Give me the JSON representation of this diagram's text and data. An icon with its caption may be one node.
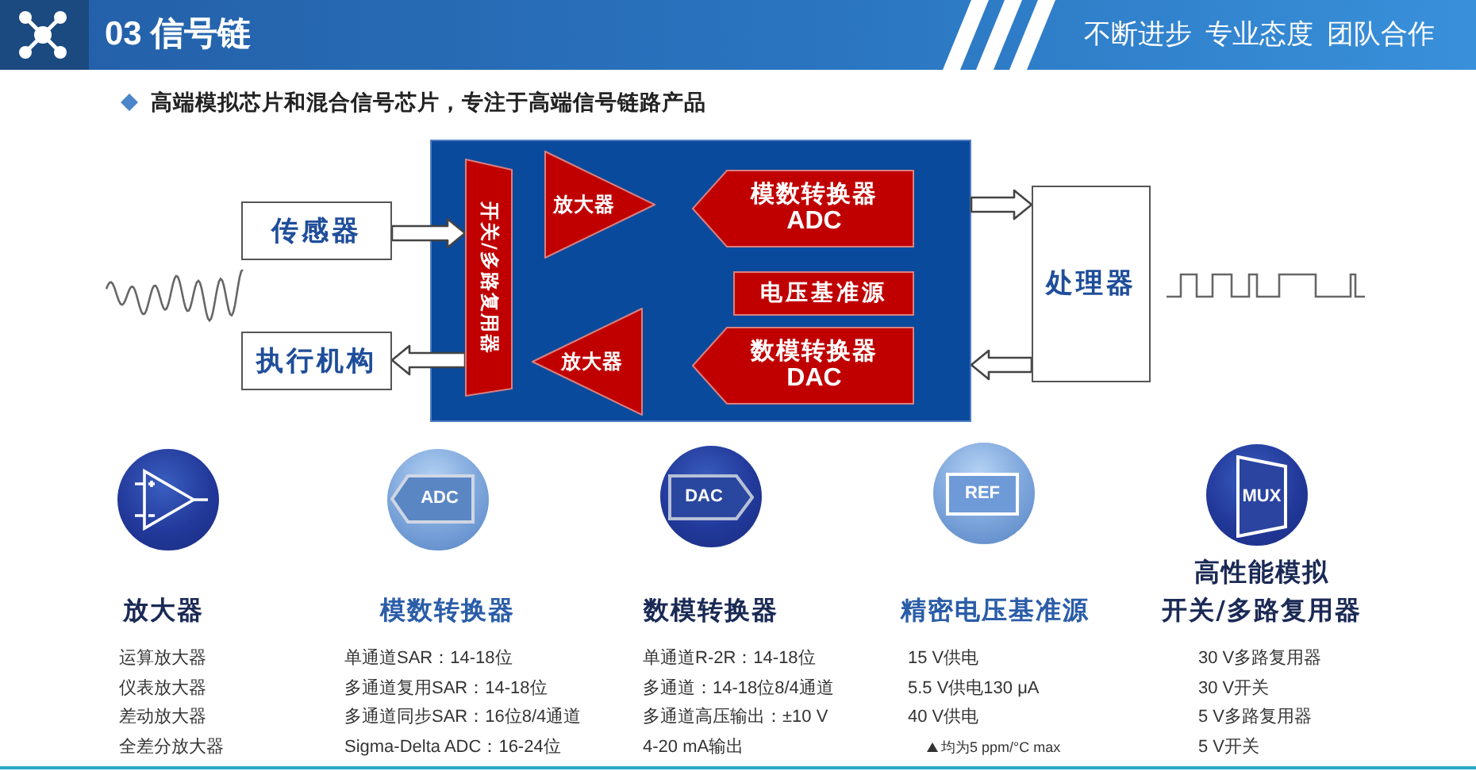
{
  "diagram": {
    "title": "03 信号链",
    "nodes": [
      {
        "text": [
          "传感器"
        ]
      },
      {
        "text": [
          "执行机构"
        ]
      },
      {
        "text": [],
        "shape": "box"
      },
      {
        "text": [
          "开关/多路复用器"
        ],
        "in": 2
      },
      {
        "text": [
          "放大器"
        ],
        "in": 2
      },
      {
        "text": [
          "放大器"
        ],
        "in": 2
      },
      {
        "text": [
          "模数转换器",
          "ADC"
        ],
        "in": 2
      },
      {
        "text": [
          "电压基准源"
        ],
        "in": 2
      },
      {
        "text": [
          "数模转换器",
          "DAC"
        ],
        "in": 2
      },
      {
        "text": [
          "处理器"
        ]
      },
      {
        "text": [],
        "shape": "circle",
        "beside": [
          "放大器",
          "运算放大器",
          "仪表放大器",
          "差动放大器",
          "全差分放大器"
        ]
      },
      {
        "text": [
          "ADC"
        ],
        "beside": [
          "模数转换器",
          "单通道SAR：14-18位",
          "多通道复用SAR：14-18位",
          "多通道同步SAR：16位8/4通道",
          "Sigma-Delta ADC：16-24位"
        ]
      },
      {
        "text": [
          "DAC"
        ],
        "beside": [
          "数模转换器",
          "单通道R-2R：14-18位",
          "多通道：14-18位8/4通道",
          "多通道高压输出：±10 V",
          "4-20 mA输出"
        ]
      },
      {
        "text": [
          "REF"
        ],
        "beside": [
          "精密电压基准源",
          "15 V供电",
          "5.5 V供电130 μA",
          "40 V供电",
          "均为5 ppm/°C max"
        ]
      },
      {
        "text": [
          "MUX"
        ],
        "beside": [
          "高性能模拟开关/多路复用器",
          "30 V多路复用器",
          "30 V开关",
          "5 V多路复用器",
          "5 V开关"
        ]
      }
    ],
    "edges": [
      {
        "from": 0,
        "to": 3,
        "arrow": "to"
      },
      {
        "from": 3,
        "to": 1,
        "arrow": "to"
      },
      {
        "from": 2,
        "to": 9,
        "arrow": "to"
      },
      {
        "from": 9,
        "to": 2,
        "arrow": "to"
      }
    ],
    "labels": [
      "不断进步 专业态度 团队合作",
      "高端模拟芯片和混合信号芯片，专注于高端信号链路产品"
    ]
  }
}
